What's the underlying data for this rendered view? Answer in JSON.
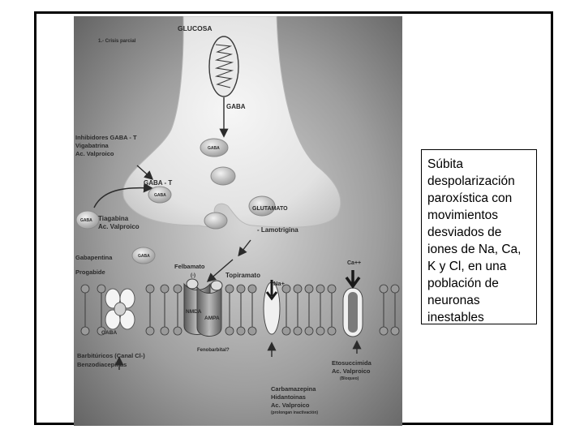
{
  "figure": {
    "title": "1.- Crisis parcial",
    "labels": {
      "glucosa": "GLUCOSA",
      "gaba_top": "GABA",
      "gaba_vesicle": "GABA",
      "inhibitors_line1": "Inhibidores GABA - T",
      "inhibitors_line2": "Vigabatrina",
      "inhibitors_line3": "Ac. Valproico",
      "gaba_t": "GABA - T",
      "gaba_small": "GABA",
      "tiagabina_line1": "Tiagabina",
      "tiagabina_line2": "Ac. Valproico",
      "gaba_outside": "GABA",
      "glutamato": "GLUTAMATO",
      "lamotrigina": "- Lamotrigina",
      "gabapentina": "Gabapentina",
      "gaba_gabapentina": "GABA",
      "progabide": "Progabide",
      "felbamato": "Felbamato",
      "felbamato_sign": "(-)",
      "topiramato": "Topiramato",
      "na": "Na+",
      "ca": "Ca++",
      "nmda": "NMDA",
      "ampa": "AMPA",
      "gaba_channel": "GABA",
      "fenobarbital": "Fenobarbital?",
      "barbituricos_line1": "Barbitúricos (Canal Cl-)",
      "barbituricos_line2": "Benzodiacepinas",
      "etosuccimida_line1": "Etosuccimida",
      "etosuccimida_line2": "Ac. Valproico",
      "etosuccimida_note": "(Bloqueo)",
      "carbamazepina_line1": "Carbamazepina",
      "carbamazepina_line2": "Hidantoinas",
      "carbamazepina_line3": "Ac. Valproico",
      "carbamazepina_note": "(prolongan inactivación)"
    }
  },
  "caption": {
    "text": "Súbita despolarización paroxística con movimientos desviados de iones de Na, Ca, K y Cl, en una población de neuronas inestables"
  }
}
